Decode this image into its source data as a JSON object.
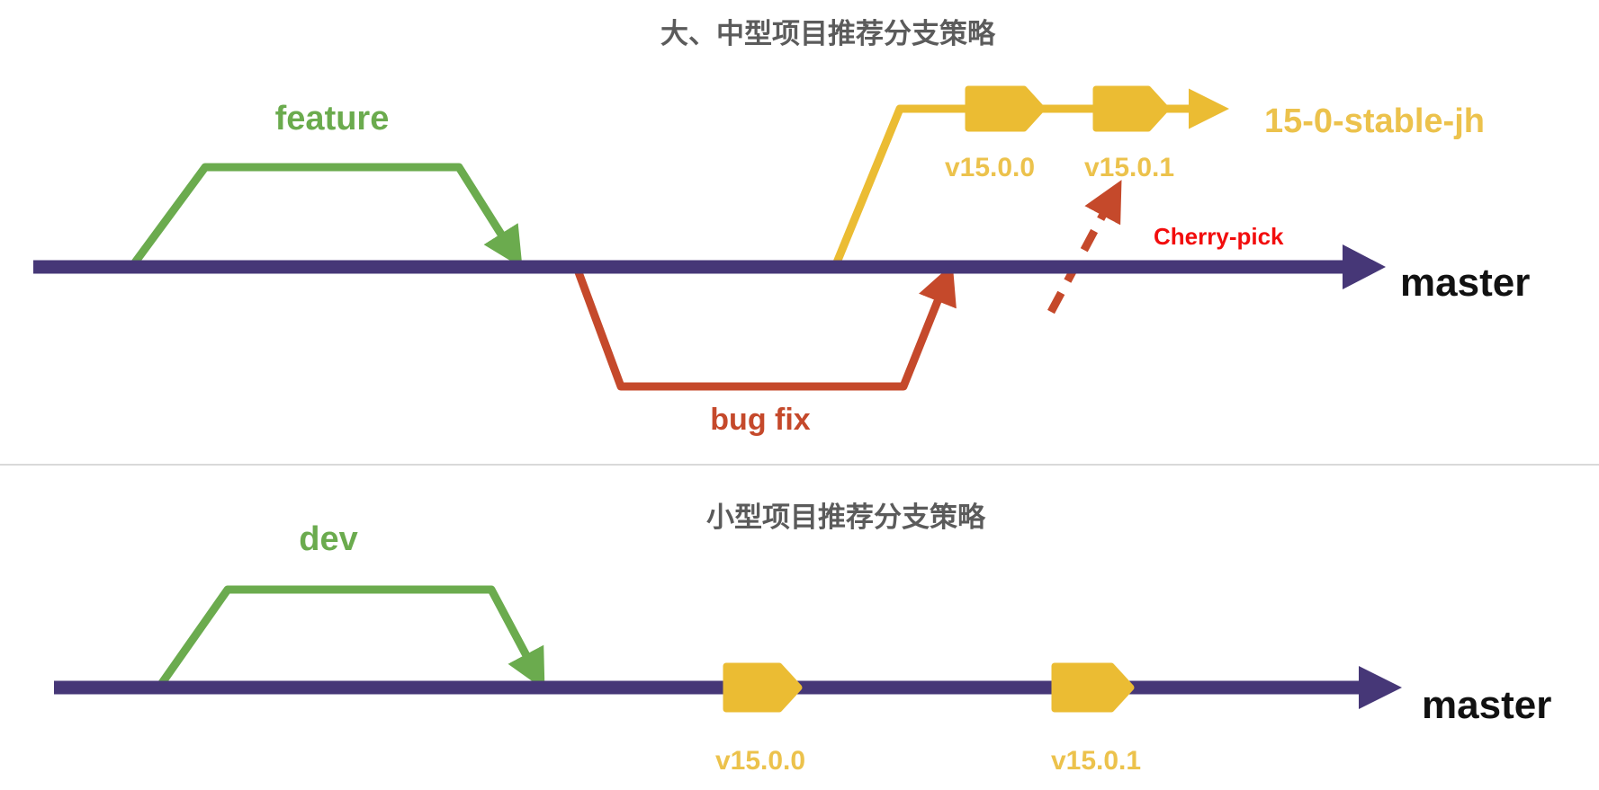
{
  "colors": {
    "master_purple": "#463777",
    "branch_green": "#6BAB4E",
    "tag_yellow": "#EBBC33",
    "label_yellow": "#ECC24C",
    "bugfix_red": "#C5492B",
    "cherry_red": "#F20D0D",
    "title_gray": "#5B5B5B",
    "master_text": "#111111",
    "divider_gray": "#D9D9D9"
  },
  "top_diagram": {
    "title": "大、中型项目推荐分支策略",
    "feature_branch_label": "feature",
    "master_label": "master",
    "stable_branch_label": "15-0-stable-jh",
    "tag1_label": "v15.0.0",
    "tag2_label": "v15.0.1",
    "bugfix_branch_label": "bug fix",
    "cherry_pick_label": "Cherry-pick"
  },
  "bottom_diagram": {
    "title": "小型项目推荐分支策略",
    "dev_branch_label": "dev",
    "master_label": "master",
    "tag1_label": "v15.0.0",
    "tag2_label": "v15.0.1"
  }
}
